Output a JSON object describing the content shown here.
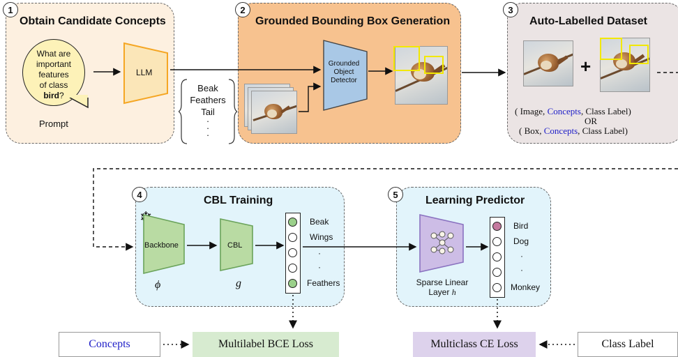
{
  "steps": [
    {
      "num": "1",
      "title": "Obtain Candidate Concepts"
    },
    {
      "num": "2",
      "title": "Grounded Bounding Box Generation"
    },
    {
      "num": "3",
      "title": "Auto-Labelled Dataset"
    },
    {
      "num": "4",
      "title": "CBL Training"
    },
    {
      "num": "5",
      "title": "Learning Predictor"
    }
  ],
  "prompt": {
    "line1": "What are",
    "line2": "important",
    "line3": "features",
    "line4": "of class",
    "class_word": "bird",
    "qmark": "?",
    "label": "Prompt"
  },
  "llm_label": "LLM",
  "concept_list": [
    "Beak",
    "Feathers",
    "Tail",
    "·",
    "·",
    "·"
  ],
  "detector_label": [
    "Grounded",
    "Object",
    "Detector"
  ],
  "dataset": {
    "plus": "+",
    "line1": {
      "open": "( Image, ",
      "concepts": "Concepts",
      "close": ", Class Label)"
    },
    "or": "OR",
    "line2": {
      "open": "( Box, ",
      "concepts": "Concepts",
      "close": ", Class Label)"
    }
  },
  "cbl": {
    "backbone_label": "Backbone",
    "backbone_symbol": "ϕ",
    "cbl_label": "CBL",
    "cbl_symbol": "g",
    "snowflake": "❄",
    "concepts": [
      "Beak",
      "Wings",
      "·",
      "·",
      "Feathers"
    ]
  },
  "predictor": {
    "layer_label_1": "Sparse Linear",
    "layer_label_2": "Layer",
    "layer_symbol": "h",
    "classes": [
      "Bird",
      "Dog",
      "·",
      "·",
      "Monkey"
    ]
  },
  "losses": {
    "concepts_box": "Concepts",
    "bce": "Multilabel BCE Loss",
    "ce": "Multiclass CE Loss",
    "class_label_box": "Class Label"
  },
  "colors": {
    "panel1": "#fdf0e0",
    "panel2": "#f7c28f",
    "panel3": "#ebe4e4",
    "panel45": "#e2f4fb",
    "llm": "#f5a623",
    "detector": "#a9c8e6",
    "backbone": "#b9dba3",
    "predictor": "#cdbde6",
    "bce_box": "#d7ebd0",
    "ce_box": "#ddd2ec",
    "concepts_text": "#2020c8",
    "active_concept": "#9ad08a",
    "active_class": "#c5799e",
    "bbox": "#f2e800"
  }
}
